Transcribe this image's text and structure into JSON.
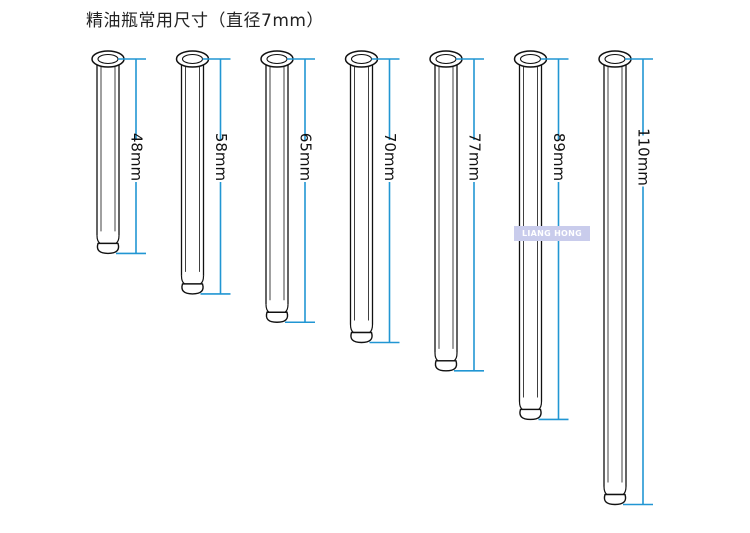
{
  "title": "精油瓶常用尺寸（直径7mm）",
  "watermark": "LIANG HONG",
  "colors": {
    "dimension_line": "#2196d3",
    "tube_outline": "#111111",
    "background": "#ffffff"
  },
  "tubes": [
    {
      "length_mm": 48,
      "label": "48mm"
    },
    {
      "length_mm": 58,
      "label": "58mm"
    },
    {
      "length_mm": 65,
      "label": "65mm"
    },
    {
      "length_mm": 70,
      "label": "70mm"
    },
    {
      "length_mm": 77,
      "label": "77mm"
    },
    {
      "length_mm": 89,
      "label": "89mm"
    },
    {
      "length_mm": 110,
      "label": "110mm"
    }
  ]
}
